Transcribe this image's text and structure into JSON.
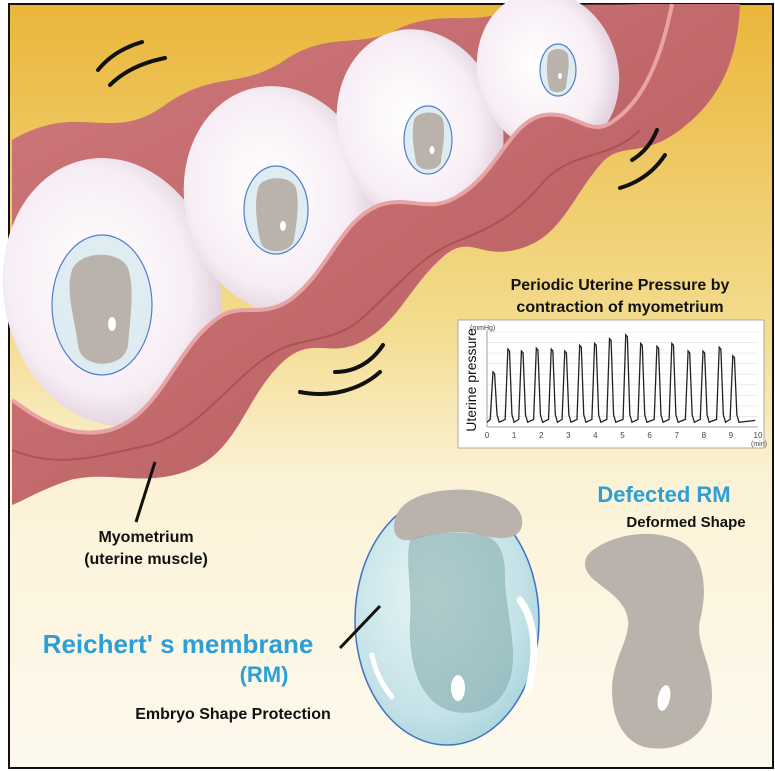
{
  "labels": {
    "chart_title_line1": "Periodic Uterine Pressure by",
    "chart_title_line2": "contraction of myometrium",
    "myometrium_line1": "Myometrium",
    "myometrium_line2": "(uterine muscle)",
    "defected_rm": "Defected RM",
    "deformed_shape": "Deformed Shape",
    "reicherts_membrane": "Reichert' s membrane",
    "rm_abbrev": "(RM)",
    "embryo_protection": "Embryo Shape Protection"
  },
  "colors": {
    "accent_blue": "#2b9fd6",
    "myometrium": "#c4696c",
    "embryo_gray": "#b9b3ac",
    "membrane": "#a9d4dc"
  },
  "chart_data": {
    "type": "line",
    "title": "",
    "xlabel": "",
    "x_unit": "(min)",
    "ylabel": "Uterine pressure",
    "y_unit": "(mmHg)",
    "xlim": [
      0,
      10
    ],
    "ylim": [
      0,
      1
    ],
    "x_ticks": [
      "0",
      "1",
      "2",
      "3",
      "4",
      "5",
      "6",
      "7",
      "8",
      "9",
      "10"
    ],
    "grid": true,
    "peak_times": [
      0.25,
      0.8,
      1.3,
      1.85,
      2.4,
      2.9,
      3.45,
      4.0,
      4.55,
      5.15,
      5.7,
      6.3,
      6.85,
      7.45,
      8.0,
      8.6,
      9.1
    ],
    "peak_levels": [
      0.58,
      0.82,
      0.8,
      0.83,
      0.82,
      0.8,
      0.86,
      0.88,
      0.93,
      0.97,
      0.88,
      0.85,
      0.88,
      0.8,
      0.8,
      0.84,
      0.75
    ],
    "baseline": 0.05
  }
}
